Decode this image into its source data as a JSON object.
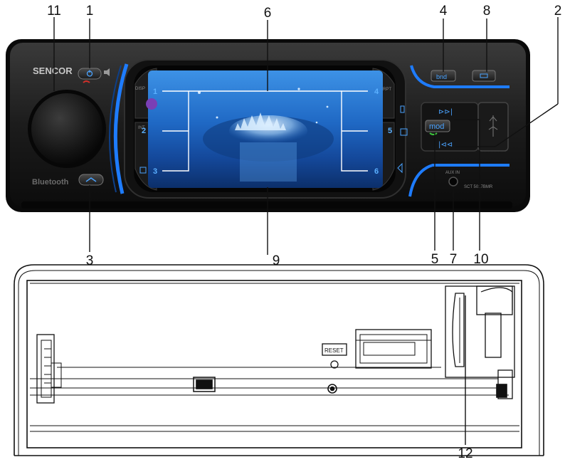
{
  "diagram": {
    "front_panel": {
      "brand": "SENCOR",
      "bluetooth": "Bluetooth",
      "screen_side_labels": [
        "DISP",
        "INT"
      ],
      "screen_right_labels": [
        "RPT"
      ],
      "mode_button": "mod",
      "band_button": "bnd",
      "aux_label": "AUX IN",
      "model_text": "SCT 5017BMR",
      "preset_numbers": [
        "1",
        "2",
        "3",
        "4",
        "5",
        "6"
      ]
    },
    "callouts": [
      "11",
      "1",
      "6",
      "4",
      "8",
      "2",
      "3",
      "9",
      "5",
      "7",
      "10",
      "12"
    ],
    "rear_chassis": {
      "reset_label": "RESET"
    }
  }
}
